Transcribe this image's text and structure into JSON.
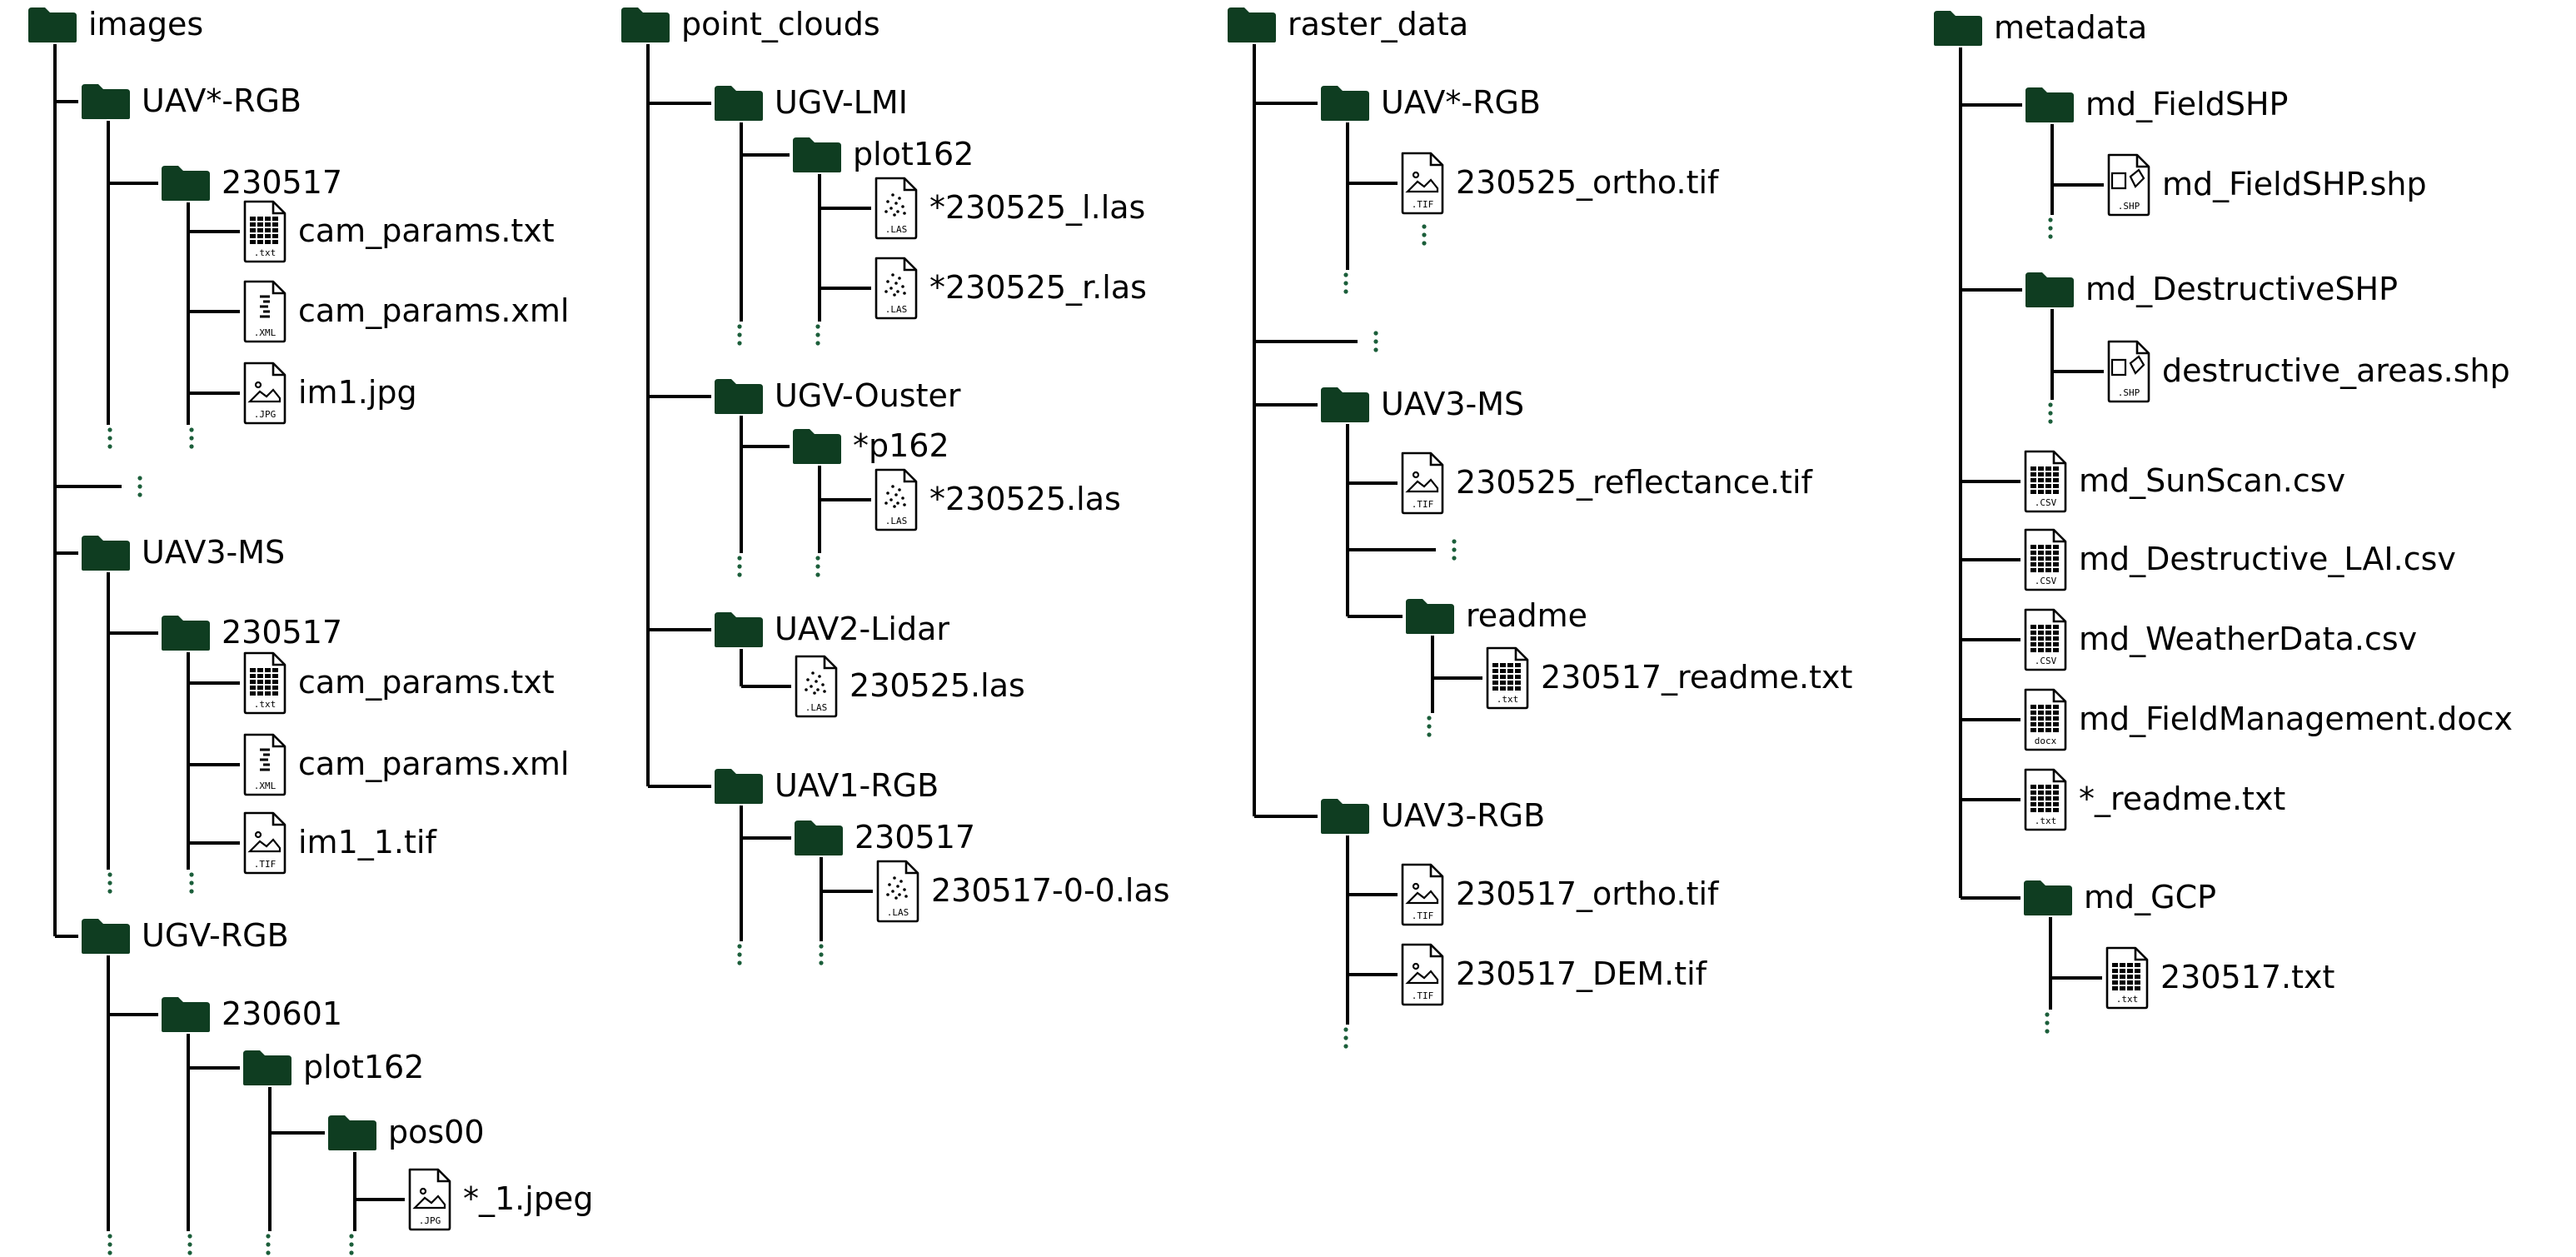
{
  "colors": {
    "folder": "#0f3d21",
    "line": "#000000",
    "dots": "#1b5e3a",
    "file_stroke": "#000000"
  },
  "tree": {
    "images": {
      "name": "images",
      "kind": "folder",
      "children": [
        {
          "name": "UAV*-RGB",
          "kind": "folder",
          "children": [
            {
              "name": "230517",
              "kind": "folder",
              "children": [
                {
                  "name": "cam_params.txt",
                  "kind": "file",
                  "icon": "table",
                  "ext": ".txt"
                },
                {
                  "name": "cam_params.xml",
                  "kind": "file",
                  "icon": "code",
                  "ext": ".XML"
                },
                {
                  "name": "im1.jpg",
                  "kind": "file",
                  "icon": "image",
                  "ext": ".JPG"
                }
              ]
            }
          ]
        },
        {
          "name": "UAV3-MS",
          "kind": "folder",
          "children": [
            {
              "name": "230517",
              "kind": "folder",
              "children": [
                {
                  "name": "cam_params.txt",
                  "kind": "file",
                  "icon": "table",
                  "ext": ".txt"
                },
                {
                  "name": "cam_params.xml",
                  "kind": "file",
                  "icon": "code",
                  "ext": ".XML"
                },
                {
                  "name": "im1_1.tif",
                  "kind": "file",
                  "icon": "image",
                  "ext": ".TIF"
                }
              ]
            }
          ]
        },
        {
          "name": "UGV-RGB",
          "kind": "folder",
          "children": [
            {
              "name": "230601",
              "kind": "folder",
              "children": [
                {
                  "name": "plot162",
                  "kind": "folder",
                  "children": [
                    {
                      "name": "pos00",
                      "kind": "folder",
                      "children": [
                        {
                          "name": "*_1.jpeg",
                          "kind": "file",
                          "icon": "image",
                          "ext": ".JPG"
                        }
                      ]
                    }
                  ]
                }
              ]
            }
          ]
        }
      ]
    },
    "point_clouds": {
      "name": "point_clouds",
      "kind": "folder",
      "children": [
        {
          "name": "UGV-LMI",
          "kind": "folder",
          "children": [
            {
              "name": "plot162",
              "kind": "folder",
              "children": [
                {
                  "name": "*230525_l.las",
                  "kind": "file",
                  "icon": "points",
                  "ext": ".LAS"
                },
                {
                  "name": "*230525_r.las",
                  "kind": "file",
                  "icon": "points",
                  "ext": ".LAS"
                }
              ]
            }
          ]
        },
        {
          "name": "UGV-Ouster",
          "kind": "folder",
          "children": [
            {
              "name": "*p162",
              "kind": "folder",
              "children": [
                {
                  "name": "*230525.las",
                  "kind": "file",
                  "icon": "points",
                  "ext": ".LAS"
                }
              ]
            }
          ]
        },
        {
          "name": "UAV2-Lidar",
          "kind": "folder",
          "children": [
            {
              "name": "230525.las",
              "kind": "file",
              "icon": "points",
              "ext": ".LAS"
            }
          ]
        },
        {
          "name": "UAV1-RGB",
          "kind": "folder",
          "children": [
            {
              "name": "230517",
              "kind": "folder",
              "children": [
                {
                  "name": "230517-0-0.las",
                  "kind": "file",
                  "icon": "points",
                  "ext": ".LAS"
                }
              ]
            }
          ]
        }
      ]
    },
    "raster_data": {
      "name": "raster_data",
      "kind": "folder",
      "children": [
        {
          "name": "UAV*-RGB",
          "kind": "folder",
          "children": [
            {
              "name": "230525_ortho.tif",
              "kind": "file",
              "icon": "image",
              "ext": ".TIF"
            }
          ]
        },
        {
          "name": "UAV3-MS",
          "kind": "folder",
          "children": [
            {
              "name": "230525_reflectance.tif",
              "kind": "file",
              "icon": "image",
              "ext": ".TIF"
            },
            {
              "name": "readme",
              "kind": "folder",
              "children": [
                {
                  "name": "230517_readme.txt",
                  "kind": "file",
                  "icon": "table",
                  "ext": ".txt"
                }
              ]
            }
          ]
        },
        {
          "name": "UAV3-RGB",
          "kind": "folder",
          "children": [
            {
              "name": "230517_ortho.tif",
              "kind": "file",
              "icon": "image",
              "ext": ".TIF"
            },
            {
              "name": "230517_DEM.tif",
              "kind": "file",
              "icon": "image",
              "ext": ".TIF"
            }
          ]
        }
      ]
    },
    "metadata": {
      "name": "metadata",
      "kind": "folder",
      "children": [
        {
          "name": "md_FieldSHP",
          "kind": "folder",
          "children": [
            {
              "name": "md_FieldSHP.shp",
              "kind": "file",
              "icon": "shape",
              "ext": ".SHP"
            }
          ]
        },
        {
          "name": "md_DestructiveSHP",
          "kind": "folder",
          "children": [
            {
              "name": "destructive_areas.shp",
              "kind": "file",
              "icon": "shape",
              "ext": ".SHP"
            }
          ]
        },
        {
          "name": "md_SunScan.csv",
          "kind": "file",
          "icon": "table",
          "ext": ".CSV"
        },
        {
          "name": "md_Destructive_LAI.csv",
          "kind": "file",
          "icon": "table",
          "ext": ".CSV"
        },
        {
          "name": "md_WeatherData.csv",
          "kind": "file",
          "icon": "table",
          "ext": ".CSV"
        },
        {
          "name": "md_FieldManagement.docx",
          "kind": "file",
          "icon": "table",
          "ext": "docx"
        },
        {
          "name": "*_readme.txt",
          "kind": "file",
          "icon": "table",
          "ext": ".txt"
        },
        {
          "name": "md_GCP",
          "kind": "folder",
          "children": [
            {
              "name": "230517.txt",
              "kind": "file",
              "icon": "table",
              "ext": ".txt"
            }
          ]
        }
      ]
    }
  },
  "ellipsis": "⋮"
}
